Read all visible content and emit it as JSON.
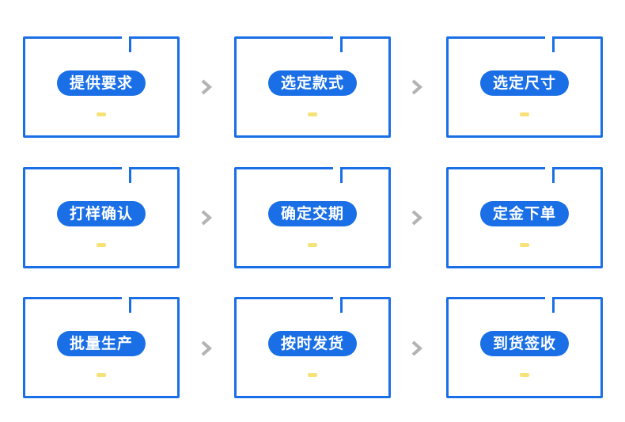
{
  "steps": [
    {
      "label": "提供要求"
    },
    {
      "label": "选定款式"
    },
    {
      "label": "选定尺寸"
    },
    {
      "label": "打样确认"
    },
    {
      "label": "确定交期"
    },
    {
      "label": "定金下单"
    },
    {
      "label": "批量生产"
    },
    {
      "label": "按时发货"
    },
    {
      "label": "到货签收"
    }
  ],
  "colors": {
    "primary": "#1a6fe6",
    "accent": "#f7e27a",
    "arrow": "#b3b3b3"
  },
  "icons": {
    "arrow": "chevron-right-icon"
  }
}
